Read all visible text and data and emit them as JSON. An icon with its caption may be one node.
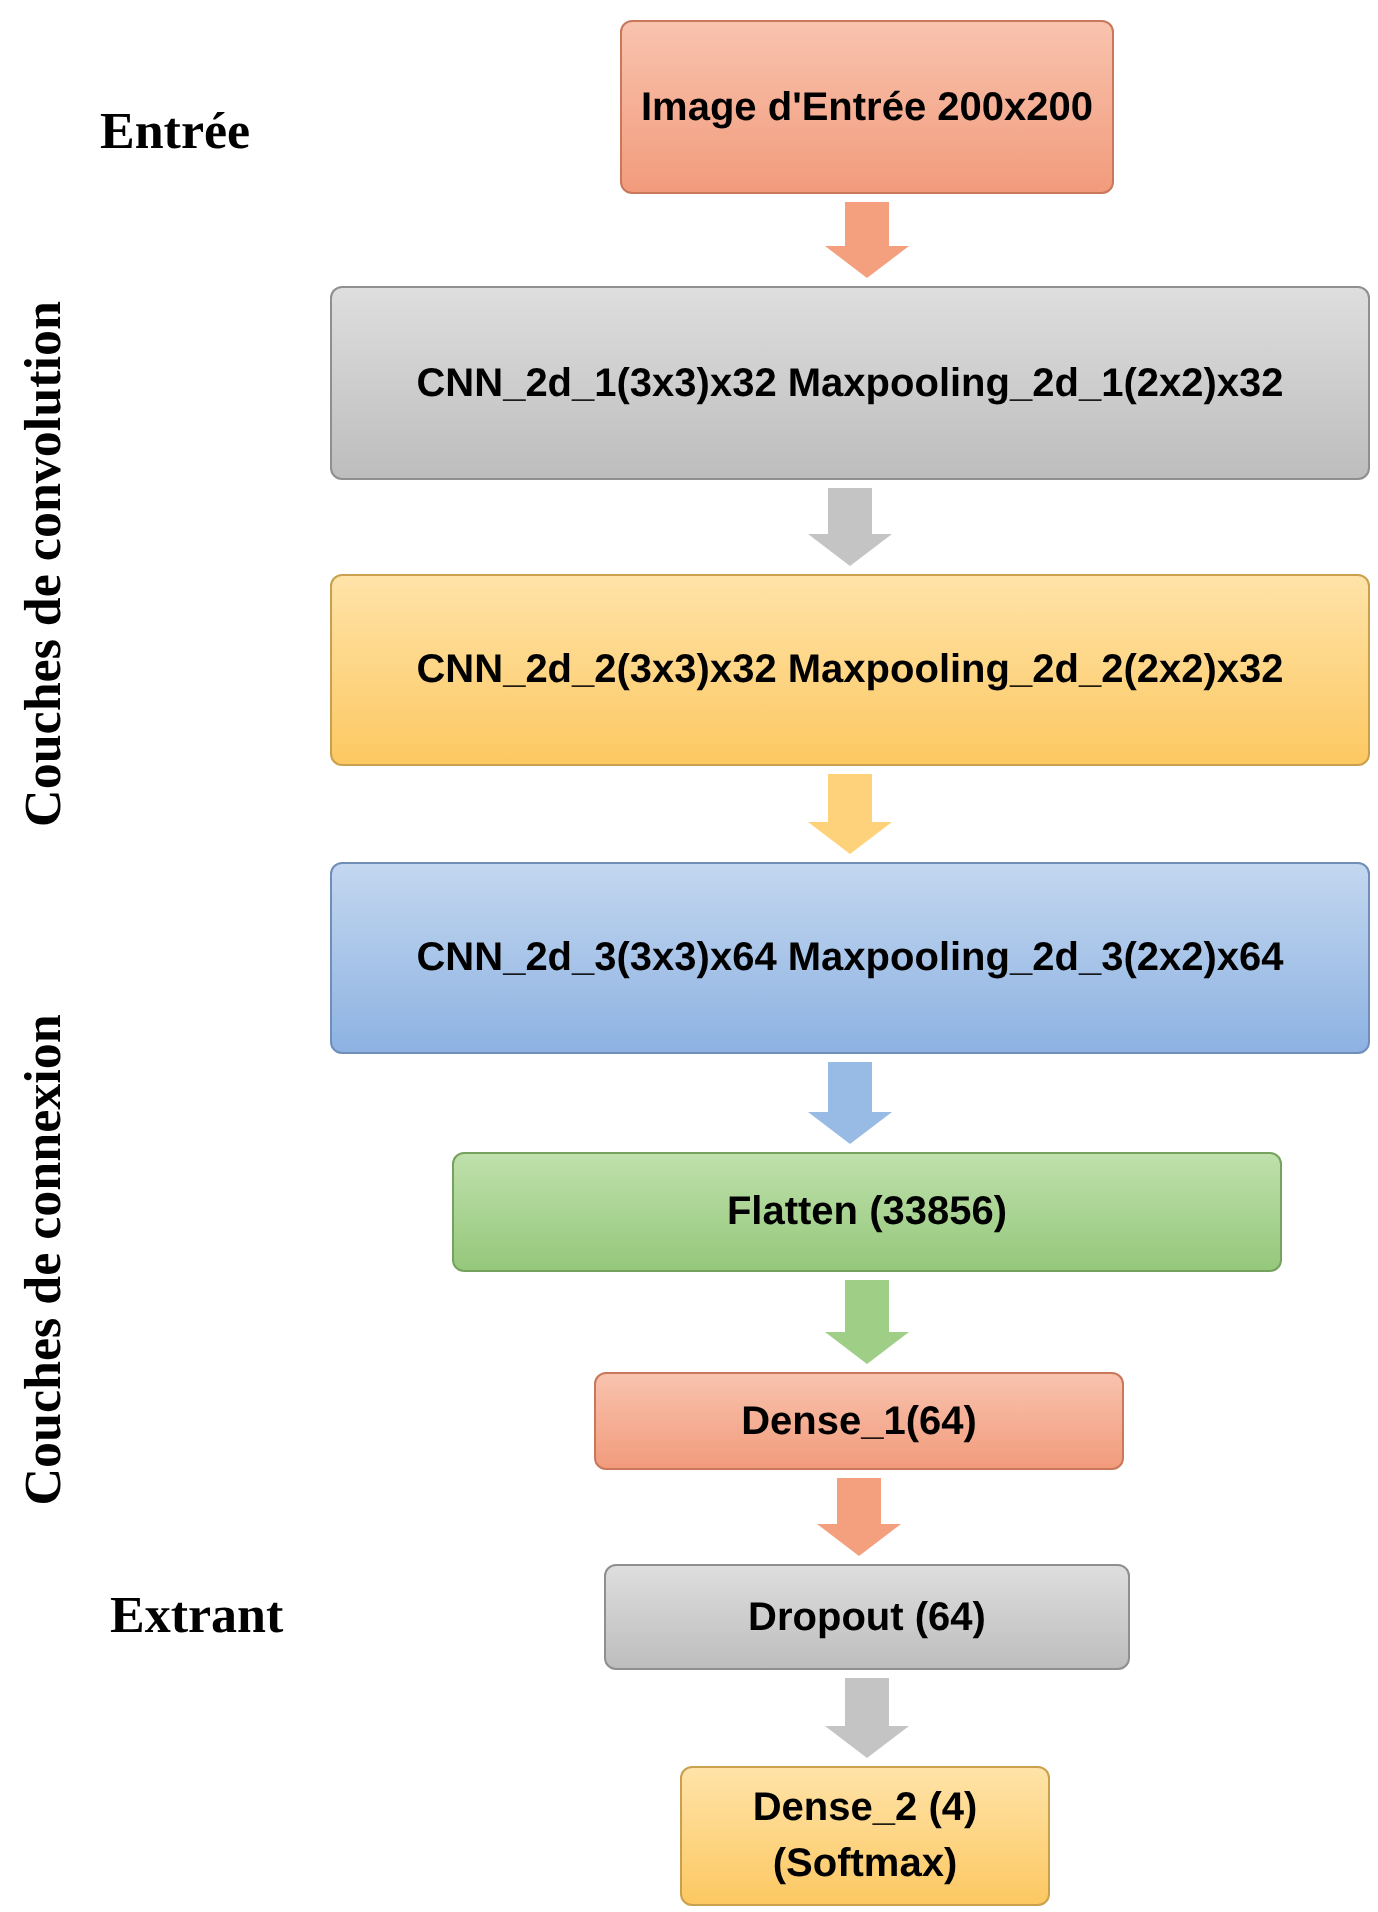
{
  "diagram": {
    "nodes": [
      {
        "text": [
          "Image d'Entrée 200x200"
        ]
      },
      {
        "text": [
          "CNN_2d_1(3x3)x32 Maxpooling_2d_1(2x2)x32"
        ]
      },
      {
        "text": [
          "CNN_2d_2(3x3)x32 Maxpooling_2d_2(2x2)x32"
        ]
      },
      {
        "text": [
          "CNN_2d_3(3x3)x64 Maxpooling_2d_3(2x2)x64"
        ]
      },
      {
        "text": [
          "Flatten (33856)"
        ]
      },
      {
        "text": [
          "Dense_1(64)"
        ]
      },
      {
        "text": [
          "Dropout (64)"
        ]
      },
      {
        "text": [
          "Dense_2 (4) (Softmax)"
        ]
      }
    ],
    "edges": [
      {
        "from": 0,
        "to": 1,
        "arrow": "to",
        "style": "thick",
        "color": "#f4a07f"
      },
      {
        "from": 1,
        "to": 2,
        "arrow": "to",
        "style": "thick",
        "color": "#c4c4c4"
      },
      {
        "from": 2,
        "to": 3,
        "arrow": "to",
        "style": "thick",
        "color": "#fdd27a"
      },
      {
        "from": 3,
        "to": 4,
        "arrow": "to",
        "style": "thick",
        "color": "#98bbe6"
      },
      {
        "from": 4,
        "to": 5,
        "arrow": "to",
        "style": "thick",
        "color": "#9fce86"
      },
      {
        "from": 5,
        "to": 6,
        "arrow": "to",
        "style": "thick",
        "color": "#f4a07f"
      },
      {
        "from": 6,
        "to": 7,
        "arrow": "to",
        "style": "thick",
        "color": "#c4c4c4"
      }
    ],
    "labels": [
      "Entrée",
      "Couches de convolution",
      "Couches de connexion",
      "Extrant"
    ]
  }
}
